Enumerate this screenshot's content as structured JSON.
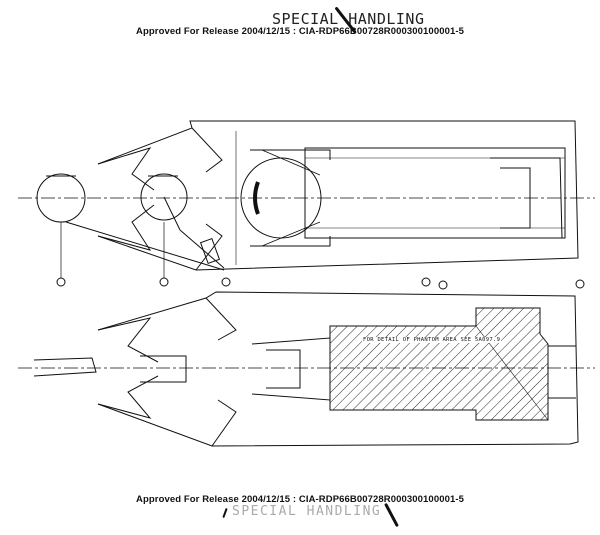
{
  "document": {
    "release_line_top": "Approved For Release 2004/12/15 : CIA-RDP66B00728R000300100001-5",
    "release_line_bottom": "Approved For Release 2004/12/15 : CIA-RDP66B00728R000300100001-5",
    "stamp_top": "SPECIAL HANDLING",
    "stamp_bottom": "SPECIAL HANDLING"
  },
  "drawing": {
    "annotation": "FOR DETAIL OF PHANTOM AREA SEE 5A097.9"
  },
  "colors": {
    "ink": "#111111",
    "paper": "#ffffff",
    "faded_stamp": "#aaaaaa"
  }
}
